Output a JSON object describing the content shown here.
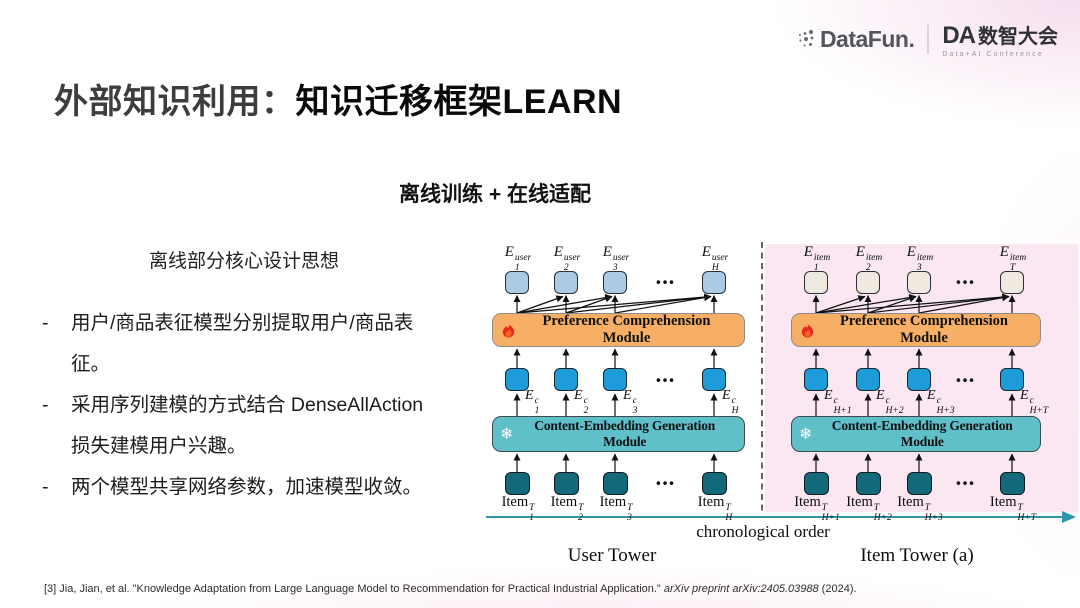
{
  "header": {
    "datafun_logo": "DataFun.",
    "da_logo": "DA",
    "da_title": "数智大会",
    "da_subtitle": "Data+AI Conference"
  },
  "title": {
    "prefix": "外部知识利用：",
    "highlight": "知识迁移框架LEARN"
  },
  "subtitle": "离线训练 + 在线适配",
  "left_panel": {
    "heading": "离线部分核心设计思想",
    "bullet_marker": "-",
    "bullets": [
      "用户/商品表征模型分别提取用户/商品表征。",
      "采用序列建模的方式结合 DenseAllAction 损失建模用户兴趣。",
      "两个模型共享网络参数，加速模型收敛。"
    ]
  },
  "diagram": {
    "pref_module": "Preference Comprehension Module",
    "cegen_module": "Content-Embedding Generation Module",
    "ellipsis": "•••",
    "axis_label": "chronological order",
    "user_tower_label": "User Tower",
    "item_tower_label": "Item Tower (a)",
    "snowflake": "❄",
    "user_top": [
      {
        "b": "E",
        "sup": "user",
        "sub": "1"
      },
      {
        "b": "E",
        "sup": "user",
        "sub": "2"
      },
      {
        "b": "E",
        "sup": "user",
        "sub": "3"
      },
      {
        "b": "E",
        "sup": "user",
        "sub": "H"
      }
    ],
    "user_mid": [
      {
        "b": "E",
        "sup": "c",
        "sub": "1"
      },
      {
        "b": "E",
        "sup": "c",
        "sub": "2"
      },
      {
        "b": "E",
        "sup": "c",
        "sub": "3"
      },
      {
        "b": "E",
        "sup": "c",
        "sub": "H"
      }
    ],
    "user_bottom": [
      {
        "b": "Item",
        "sup": "T",
        "sub": "1"
      },
      {
        "b": "Item",
        "sup": "T",
        "sub": "2"
      },
      {
        "b": "Item",
        "sup": "T",
        "sub": "3"
      },
      {
        "b": "Item",
        "sup": "T",
        "sub": "H"
      }
    ],
    "item_top": [
      {
        "b": "E",
        "sup": "item",
        "sub": "1"
      },
      {
        "b": "E",
        "sup": "item",
        "sub": "2"
      },
      {
        "b": "E",
        "sup": "item",
        "sub": "3"
      },
      {
        "b": "E",
        "sup": "item",
        "sub": "T"
      }
    ],
    "item_mid": [
      {
        "b": "E",
        "sup": "c",
        "sub": "H+1"
      },
      {
        "b": "E",
        "sup": "c",
        "sub": "H+2"
      },
      {
        "b": "E",
        "sup": "c",
        "sub": "H+3"
      },
      {
        "b": "E",
        "sup": "c",
        "sub": "H+T"
      }
    ],
    "item_bottom": [
      {
        "b": "Item",
        "sup": "T",
        "sub": "H+1"
      },
      {
        "b": "Item",
        "sup": "T",
        "sub": "H+2"
      },
      {
        "b": "Item",
        "sup": "T",
        "sub": "H+3"
      },
      {
        "b": "Item",
        "sup": "T",
        "sub": "H+T"
      }
    ],
    "colors": {
      "user_top_square": "#A9CBE6",
      "item_top_square": "#EFE9DF",
      "content_square": "#1E9CD9",
      "item_square": "#13687A",
      "pref_module_bg": "#F7AF66",
      "cegen_module_bg": "#5FC0CA",
      "item_tower_bg": "#FAE7F1",
      "axis_line": "#2E96A8",
      "flame_icon": "#E8291D"
    }
  },
  "footer": {
    "citation_prefix": "[3] Jia, Jian, et al. \"Knowledge Adaptation from Large Language Model to Recommendation for Practical Industrial Application.\" ",
    "citation_italic": "arXiv preprint arXiv:2405.03988",
    "citation_suffix": " (2024)."
  }
}
